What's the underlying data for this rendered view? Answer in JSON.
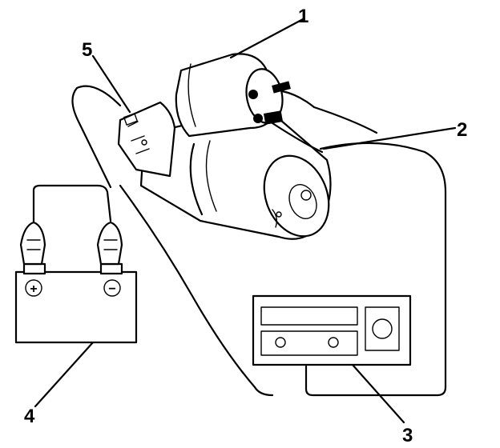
{
  "callouts": {
    "c1": "1",
    "c2": "2",
    "c3": "3",
    "c4": "4",
    "c5": "5"
  },
  "battery": {
    "positive_symbol": "+",
    "negative_symbol": "−"
  },
  "colors": {
    "ink": "#000000",
    "paper": "#ffffff"
  }
}
